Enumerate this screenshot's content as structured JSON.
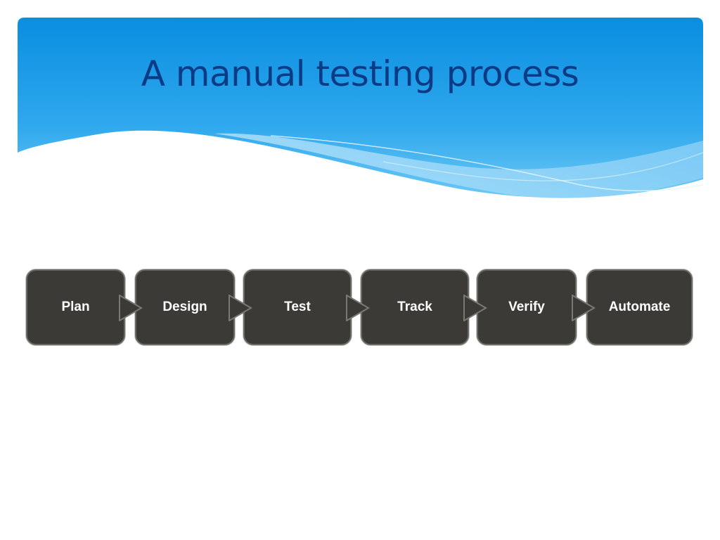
{
  "slide": {
    "title": "A manual testing process",
    "colors": {
      "header_top": "#0a8ee0",
      "header_bottom": "#6cc8f4",
      "title": "#0c3b86",
      "box_fill": "#3b3a37",
      "box_border": "#6a6964"
    }
  },
  "flow": {
    "steps": [
      {
        "label": "Plan"
      },
      {
        "label": "Design"
      },
      {
        "label": "Test"
      },
      {
        "label": "Track"
      },
      {
        "label": "Verify"
      },
      {
        "label": "Automate"
      }
    ],
    "connector_icon": "triangle-arrow-right-icon"
  }
}
